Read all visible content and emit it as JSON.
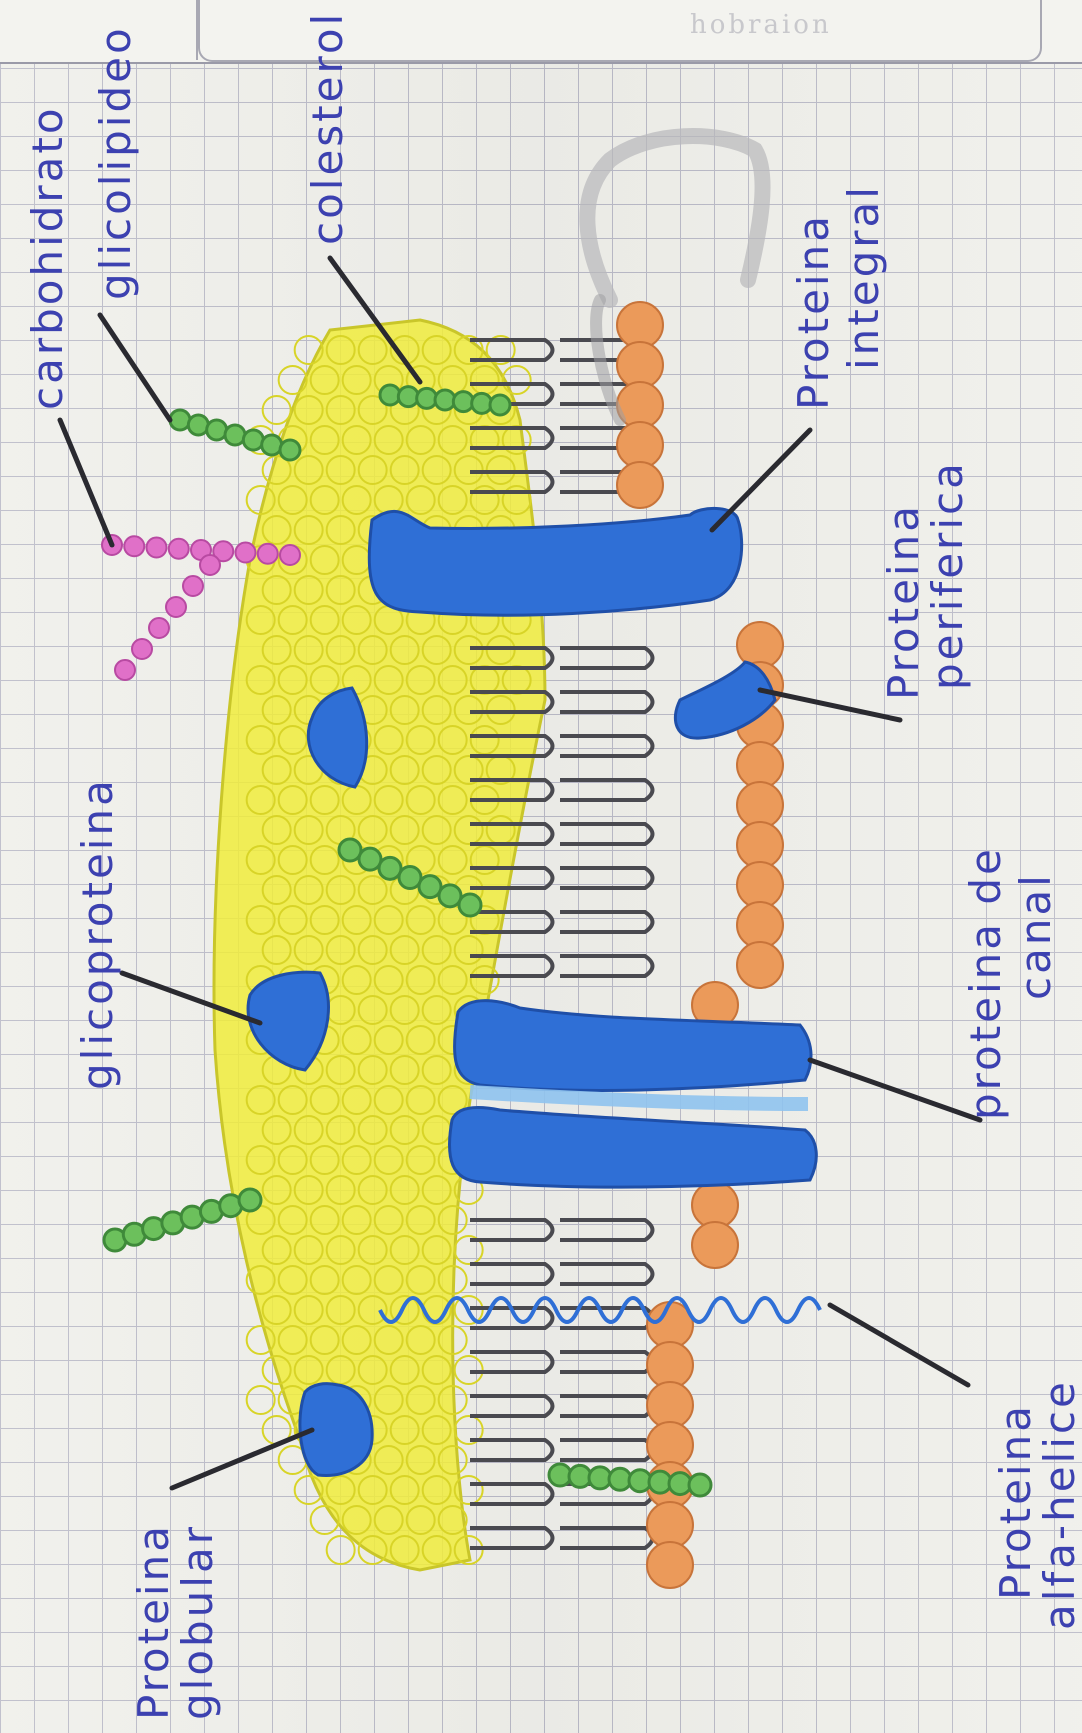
{
  "labels": {
    "carbohidrato": "carbohidrato",
    "glicolipideo": "glicolipideo",
    "colesterol": "colesterol",
    "proteina_integral_l1": "Proteina",
    "proteina_integral_l2": "integral",
    "proteina_periferica_l1": "Proteina",
    "proteina_periferica_l2": "periferica",
    "glicoproteina": "glicoproteina",
    "proteina_de_canal_l1": "proteina de",
    "proteina_de_canal_l2": "canal",
    "proteina_alfa_helice_l1": "Proteina",
    "proteina_alfa_helice_l2": "alfa-helice",
    "proteina_globular_l1": "Proteina",
    "proteina_globular_l2": "globular"
  },
  "colors": {
    "ink": "#3c41b0",
    "yellow_layer": "#f0ec3c",
    "orange_heads": "#eb9a5a",
    "protein_blue": "#2f6fd6",
    "chain_green": "#4fa84a",
    "carbohydrate_pink": "#e070c8",
    "tails": "#4a4a50"
  },
  "header": {
    "faint_text": "hobraion"
  }
}
